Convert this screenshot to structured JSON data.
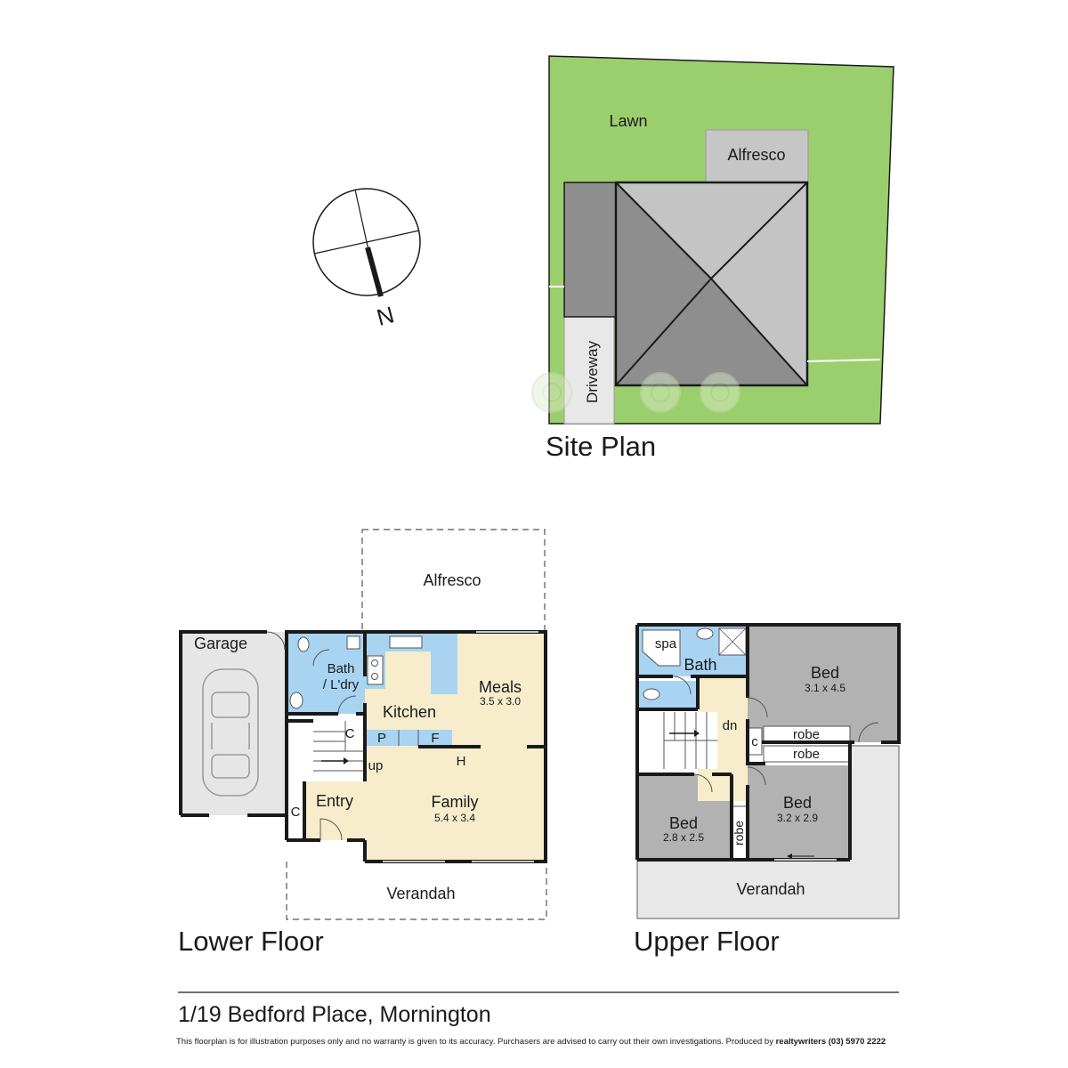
{
  "site_plan": {
    "title": "Site Plan",
    "lawn": "Lawn",
    "alfresco": "Alfresco",
    "driveway": "Driveway"
  },
  "compass": {
    "north": "N"
  },
  "lower_floor": {
    "title": "Lower Floor",
    "garage": "Garage",
    "alfresco": "Alfresco",
    "bath_laundry_1": "Bath",
    "bath_laundry_2": "/ L'dry",
    "kitchen": "Kitchen",
    "meals": "Meals",
    "meals_dim": "3.5 x 3.0",
    "family": "Family",
    "family_dim": "5.4 x 3.4",
    "entry": "Entry",
    "verandah": "Verandah",
    "cupboard_1": "C",
    "cupboard_2": "C",
    "pantry": "P",
    "fridge": "F",
    "heater": "H",
    "stairs": "up"
  },
  "upper_floor": {
    "title": "Upper Floor",
    "spa": "spa",
    "bath": "Bath",
    "stairs": "dn",
    "bed1": "Bed",
    "bed1_dim": "3.1 x 4.5",
    "bed2": "Bed",
    "bed2_dim": "3.2 x 2.9",
    "bed3": "Bed",
    "bed3_dim": "2.8 x 2.5",
    "robe1": "robe",
    "robe2": "robe",
    "robe3": "robe",
    "cupboard": "c",
    "verandah": "Verandah"
  },
  "footer": {
    "address": "1/19 Bedford Place, Mornington",
    "disclaimer": "This floorplan is for illustration purposes only and no warranty is given to its accuracy. Purchasers are advised to carry out their own investigations. Produced by",
    "producer": "realtywriters (03) 5970 2222"
  },
  "colors": {
    "lawn": "#9bcf6d",
    "roof_dark": "#8e8e8e",
    "roof_light": "#c4c4c4",
    "living": "#f7edcc",
    "wet": "#a8d4f2",
    "bedroom": "#b2b2b2",
    "garage": "#e6e6e6",
    "wall": "#1a1a1a"
  }
}
